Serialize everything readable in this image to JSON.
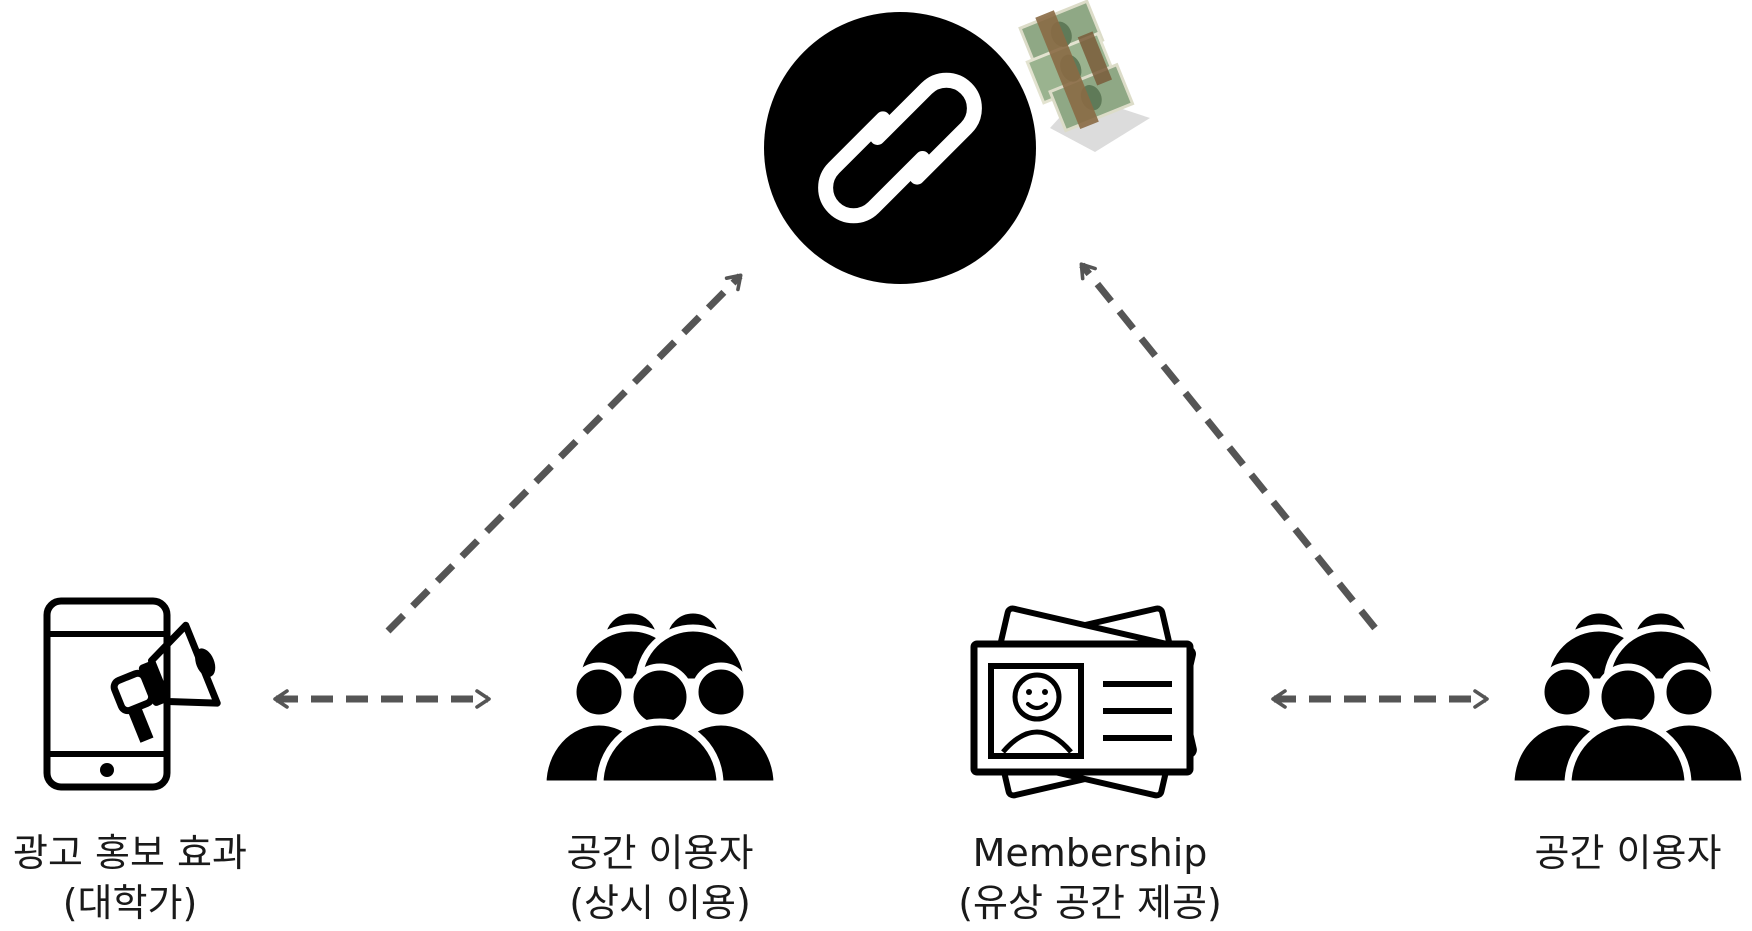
{
  "colors": {
    "arrow": "#555555",
    "icon": "#000000",
    "money_bill": "#8fa885",
    "money_band": "#8a6a45"
  },
  "icons": {
    "hub": "link-icon",
    "money": "money-stack-icon",
    "advertising": "phone-megaphone-icon",
    "users_regular": "people-group-icon",
    "membership": "id-cards-icon",
    "users": "people-group-icon"
  },
  "nodes": {
    "advertising": {
      "line1": "광고 홍보 효과",
      "line2": "(대학가)"
    },
    "regular_users": {
      "line1": "공간 이용자",
      "line2": "(상시 이용)"
    },
    "membership": {
      "line1": "Membership",
      "line2": "(유상 공간 제공)"
    },
    "space_users": {
      "line1": "공간 이용자"
    }
  }
}
